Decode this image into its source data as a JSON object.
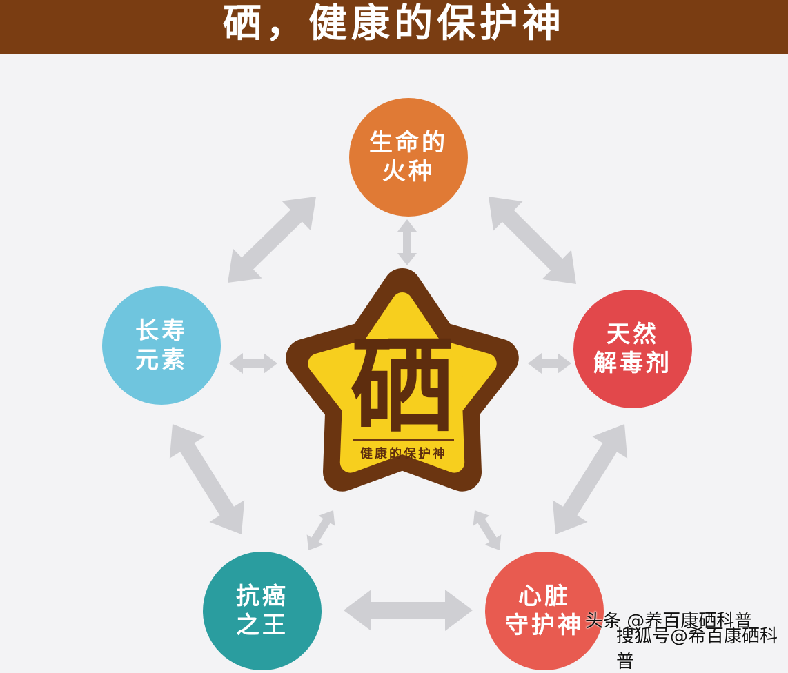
{
  "header": {
    "title": "硒，健康的保护神"
  },
  "center": {
    "character": "硒",
    "subtitle": "健康的保护神"
  },
  "nodes": [
    {
      "label": "生命的\n火种",
      "color": "#e07a35"
    },
    {
      "label": "天然\n解毒剂",
      "color": "#e2484b"
    },
    {
      "label": "心脏\n守护神",
      "color": "#e85b50"
    },
    {
      "label": "抗癌\n之王",
      "color": "#2a9d9f"
    },
    {
      "label": "长寿\n元素",
      "color": "#6fc5de"
    }
  ],
  "colors": {
    "header": "#7a3d12",
    "star_outer": "#6b3511",
    "star_inner": "#f7cf1e",
    "arrows": "#cfcfd3"
  },
  "watermarks": {
    "toutiao": "头条 @养百康硒科普",
    "sohu": "搜狐号@希百康硒科普"
  }
}
